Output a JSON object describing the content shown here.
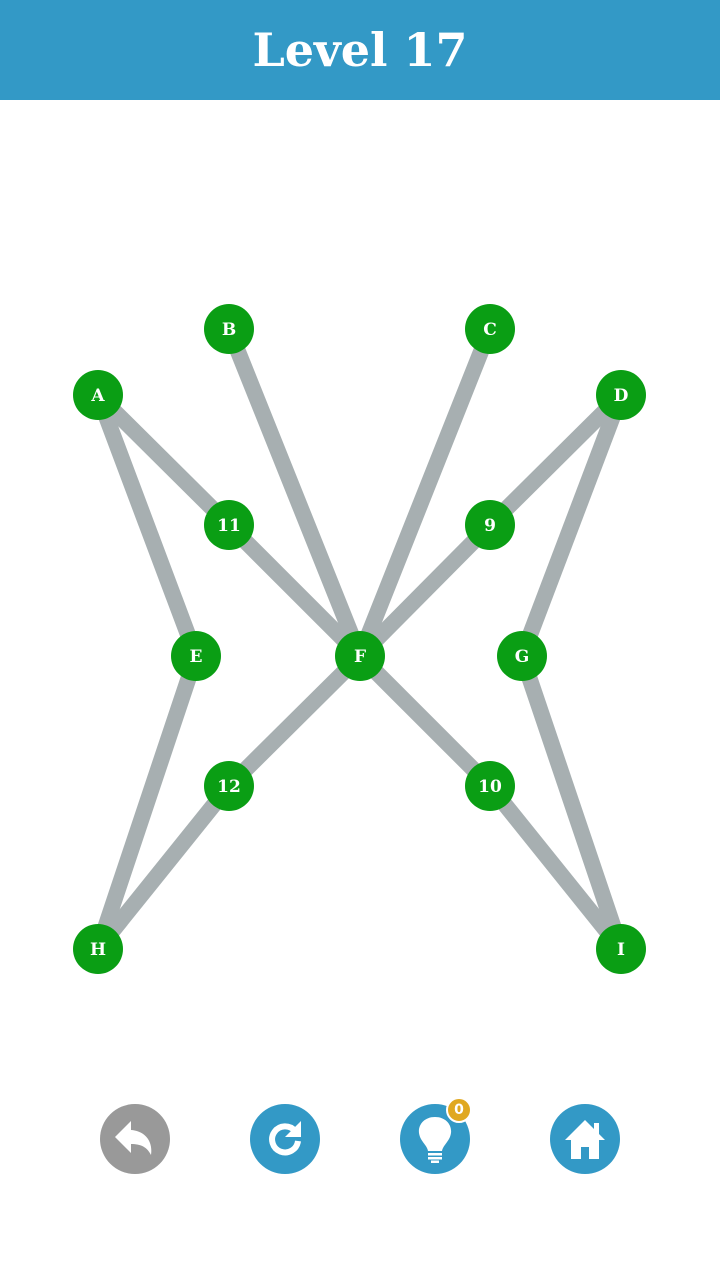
{
  "header": {
    "title": "Level 17"
  },
  "colors": {
    "header": "#3399c6",
    "node": "#0a9e14",
    "edge": "#a7afb1",
    "undo": "#999999",
    "button": "#3399c6",
    "badge": "#e0a820"
  },
  "nodes": [
    {
      "id": "A",
      "label": "A"
    },
    {
      "id": "B",
      "label": "B"
    },
    {
      "id": "C",
      "label": "C"
    },
    {
      "id": "D",
      "label": "D"
    },
    {
      "id": "n11",
      "label": "11"
    },
    {
      "id": "n9",
      "label": "9"
    },
    {
      "id": "E",
      "label": "E"
    },
    {
      "id": "F",
      "label": "F"
    },
    {
      "id": "G",
      "label": "G"
    },
    {
      "id": "n12",
      "label": "12"
    },
    {
      "id": "n10",
      "label": "10"
    },
    {
      "id": "H",
      "label": "H"
    },
    {
      "id": "I",
      "label": "I"
    }
  ],
  "edges": [
    [
      "A",
      "n11"
    ],
    [
      "n11",
      "F"
    ],
    [
      "A",
      "E"
    ],
    [
      "B",
      "F"
    ],
    [
      "C",
      "F"
    ],
    [
      "D",
      "n9"
    ],
    [
      "n9",
      "F"
    ],
    [
      "D",
      "G"
    ],
    [
      "E",
      "H"
    ],
    [
      "H",
      "n12"
    ],
    [
      "n12",
      "F"
    ],
    [
      "F",
      "n10"
    ],
    [
      "n10",
      "I"
    ],
    [
      "G",
      "I"
    ]
  ],
  "toolbar": {
    "undo": "undo",
    "restart": "restart",
    "hint": "hint",
    "hint_count": "0",
    "home": "home"
  }
}
